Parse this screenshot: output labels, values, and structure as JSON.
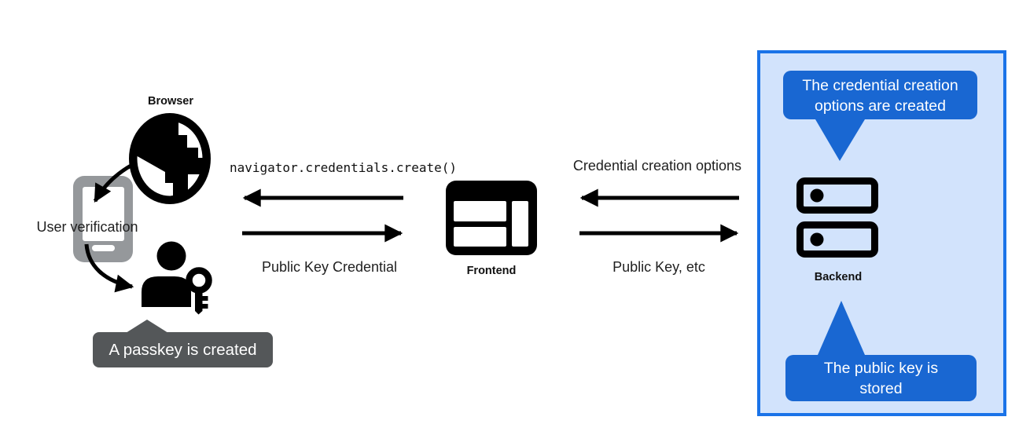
{
  "colors": {
    "blue_primary": "#1967d2",
    "blue_border": "#1a73e8",
    "blue_bg": "#d2e3fc",
    "tooltip_gray": "#545759",
    "phone_gray": "#95989b",
    "ink": "#000000",
    "text_dark": "#202124",
    "white": "#ffffff"
  },
  "nodes": {
    "browser": {
      "label": "Browser",
      "icon": "globe-icon"
    },
    "user_device": {
      "label": "User verification",
      "icon": "smartphone-icon"
    },
    "user": {
      "icon": "person-with-key-icon"
    },
    "frontend": {
      "label": "Frontend",
      "icon": "browser-window-icon"
    },
    "backend": {
      "label": "Backend",
      "icon": "server-icon"
    }
  },
  "edges": {
    "frontend_to_browser": {
      "label": "navigator.credentials.create()",
      "direction": "left"
    },
    "browser_to_frontend": {
      "label": "Public Key Credential",
      "direction": "right"
    },
    "backend_to_frontend": {
      "label": "Credential creation options",
      "direction": "left"
    },
    "frontend_to_backend": {
      "label": "Public Key, etc",
      "direction": "right"
    }
  },
  "callouts": {
    "passkey_created": "A passkey is created",
    "options_created": "The credential creation options are created",
    "public_key_stored": "The public key is stored"
  }
}
